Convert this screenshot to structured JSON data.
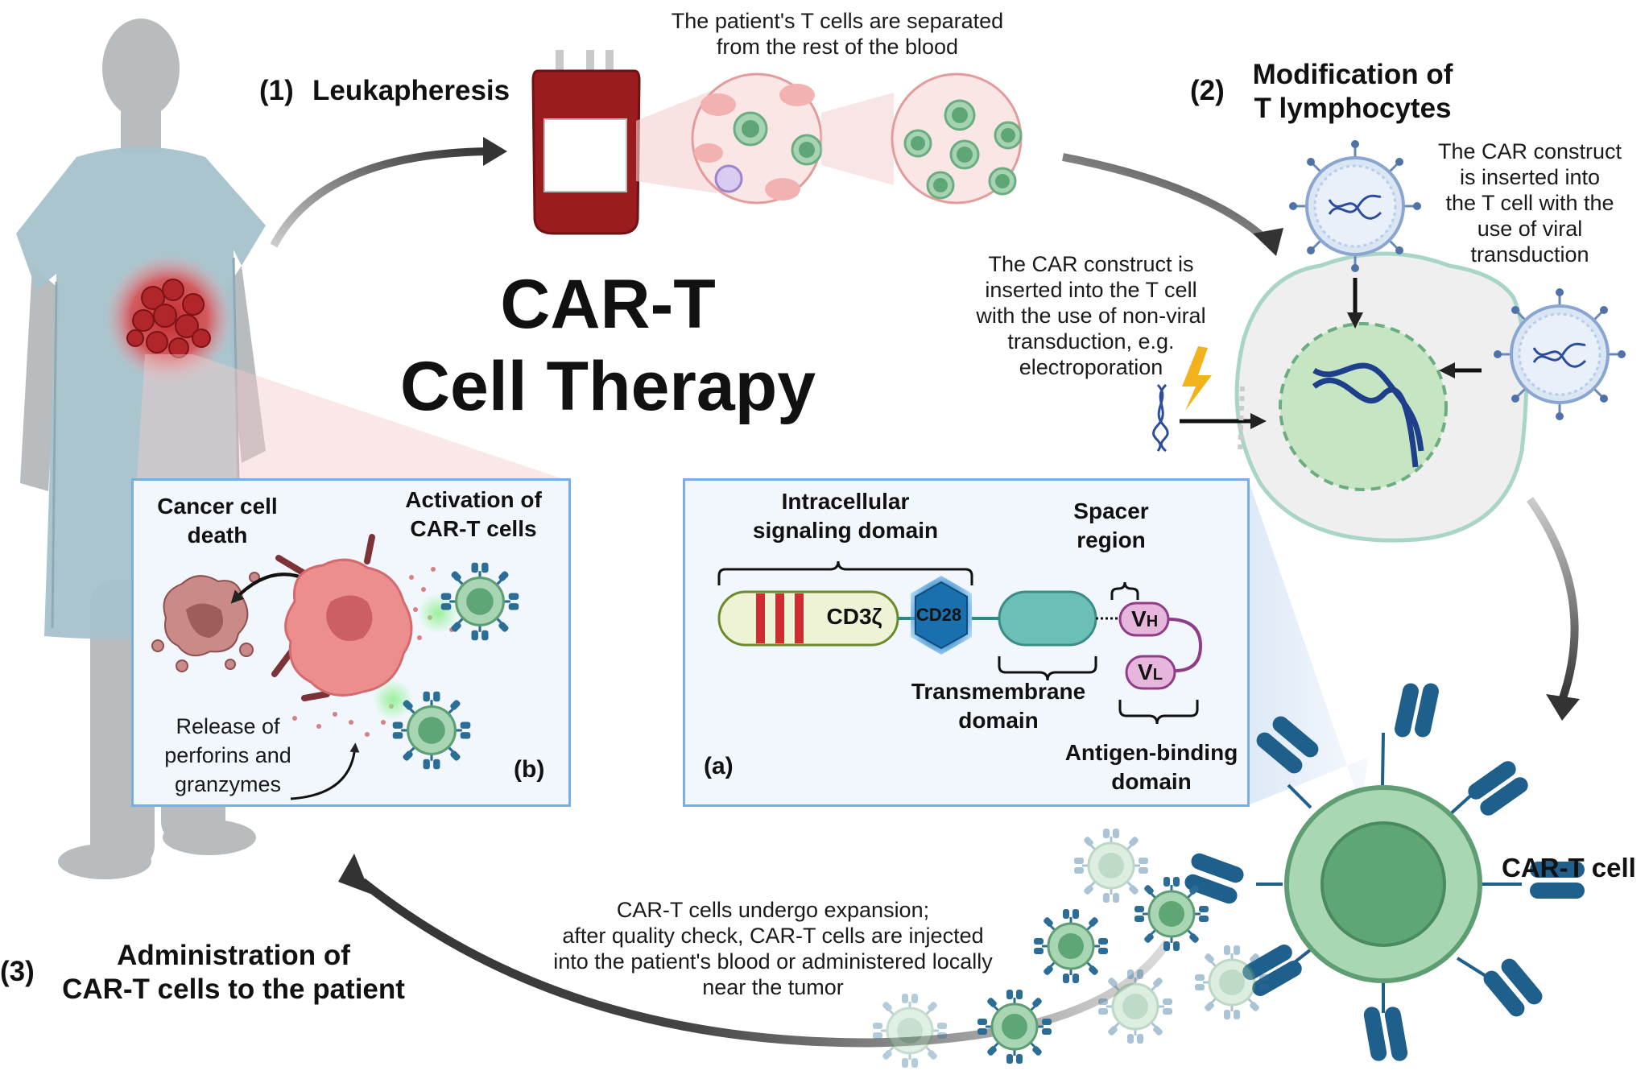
{
  "title": {
    "line1": "CAR-T",
    "line2": "Cell Therapy"
  },
  "steps": {
    "s1": {
      "num": "(1)",
      "label": "Leukapheresis"
    },
    "s2": {
      "num": "(2)",
      "line1": "Modification of",
      "line2": "T lymphocytes"
    },
    "s3": {
      "num": "(3)",
      "line1": "Administration of",
      "line2": "CAR-T cells to the patient"
    }
  },
  "notes": {
    "separation": [
      "The patient's T cells are separated",
      "from the rest of the blood"
    ],
    "viral": [
      "The CAR construct",
      "is inserted into",
      "the T cell with the",
      "use of viral",
      "transduction"
    ],
    "nonviral": [
      "The CAR construct is",
      "inserted into the T cell",
      "with the use of non-viral",
      "transduction, e.g.",
      "electroporation"
    ],
    "expansion": [
      "CAR-T cells undergo expansion;",
      "after quality check, CAR-T cells are injected",
      "into the patient's blood or administered locally",
      "near the tumor"
    ]
  },
  "car_t_cell_label": "CAR-T cell",
  "panel_b": {
    "tag": "(b)",
    "cancer_death": [
      "Cancer cell",
      "death"
    ],
    "activation": [
      "Activation of",
      "CAR-T cells"
    ],
    "release": [
      "Release of",
      "perforins and",
      "granzymes"
    ]
  },
  "panel_a": {
    "tag": "(a)",
    "intracellular": [
      "Intracellular",
      "signaling domain"
    ],
    "spacer": [
      "Spacer",
      "region"
    ],
    "transmembrane": [
      "Transmembrane",
      "domain"
    ],
    "antigen": [
      "Antigen-binding",
      "domain"
    ],
    "cd3": "CD3ζ",
    "cd28": "CD28",
    "vh": "V",
    "vh_sub": "H",
    "vl": "V",
    "vl_sub": "L"
  },
  "colors": {
    "arrow": "#3a3a3a",
    "panel_border": "#7aaee0",
    "panel_bg": "#f1f7fd",
    "tcell_green": "#6fb68a",
    "receptor_blue": "#1f5f8b",
    "blood_red": "#9b1c1f",
    "cancer_red": "#e8777a",
    "hexagon_blue": "#1a6fae",
    "virus_blue": "#b8cdea"
  }
}
